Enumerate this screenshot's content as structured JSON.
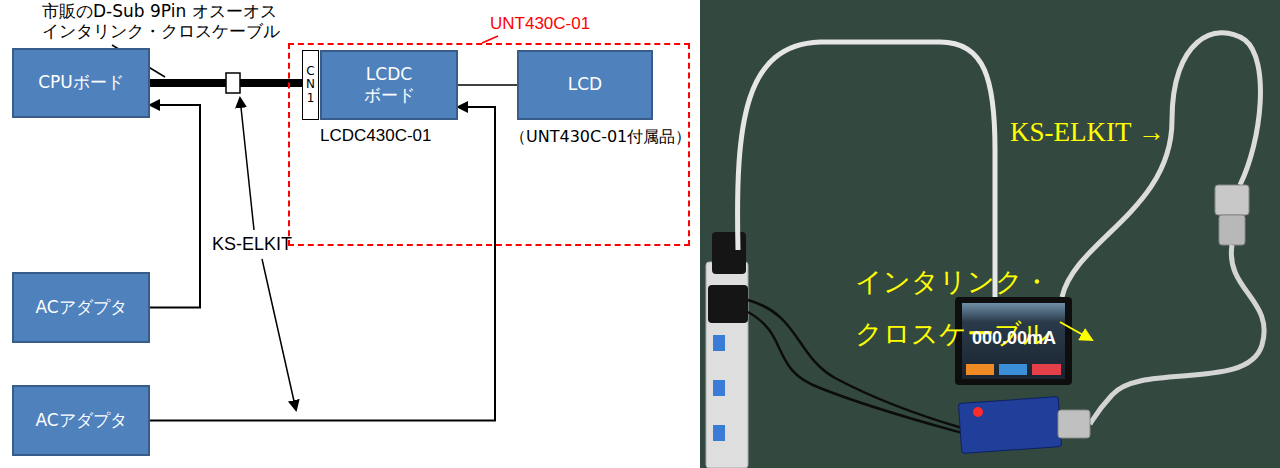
{
  "diagram": {
    "nodes": [
      {
        "text": [
          "CPUボード"
        ]
      },
      {
        "text": [
          "UNT430C-01"
        ]
      },
      {
        "text": [
          "CN1"
        ],
        "in": 1
      },
      {
        "text": [
          "LCDC ボード"
        ],
        "in": 1
      },
      {
        "text": [
          "LCD"
        ],
        "in": 1
      },
      {
        "text": [
          "ACアダプタ"
        ]
      },
      {
        "text": [
          "ACアダプタ"
        ]
      }
    ],
    "edges": [
      {
        "from": 0,
        "to": 2,
        "arrow": "none"
      },
      {
        "from": 3,
        "to": 4,
        "arrow": "none"
      },
      {
        "from": 5,
        "to": 0,
        "arrow": "to"
      },
      {
        "from": 6,
        "to": 3,
        "arrow": "to"
      }
    ],
    "labels": [
      "市販のD-Sub 9Pin オスーオス インタリンク・クロスケーブル",
      "LCDC430C-01",
      "（UNT430C-01付属品）",
      "KS-ELKIT",
      "KS-ELKIT →",
      "インタリンク・ クロスケーブル",
      "000.00mA"
    ]
  }
}
